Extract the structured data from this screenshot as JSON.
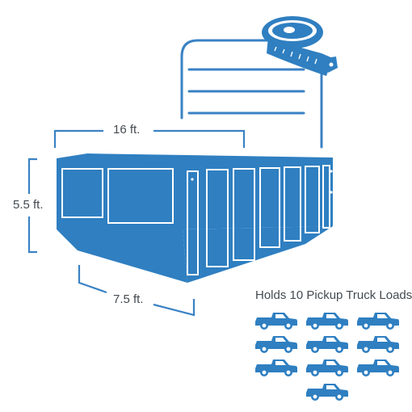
{
  "dimensions": {
    "length": "16 ft.",
    "height": "5.5 ft.",
    "width": "7.5 ft."
  },
  "caption": "Holds 10 Pickup Truck Loads",
  "pickup_truck_count": 10,
  "icons": {
    "dumpster": "dumpster-icon",
    "tape_measure": "tape-measure-icon",
    "clipboard": "spec-sheet-icon",
    "truck": "pickup-truck-icon"
  },
  "colors": {
    "accent": "#2f7fc1",
    "line": "#3a82c4",
    "text": "#444a50"
  }
}
